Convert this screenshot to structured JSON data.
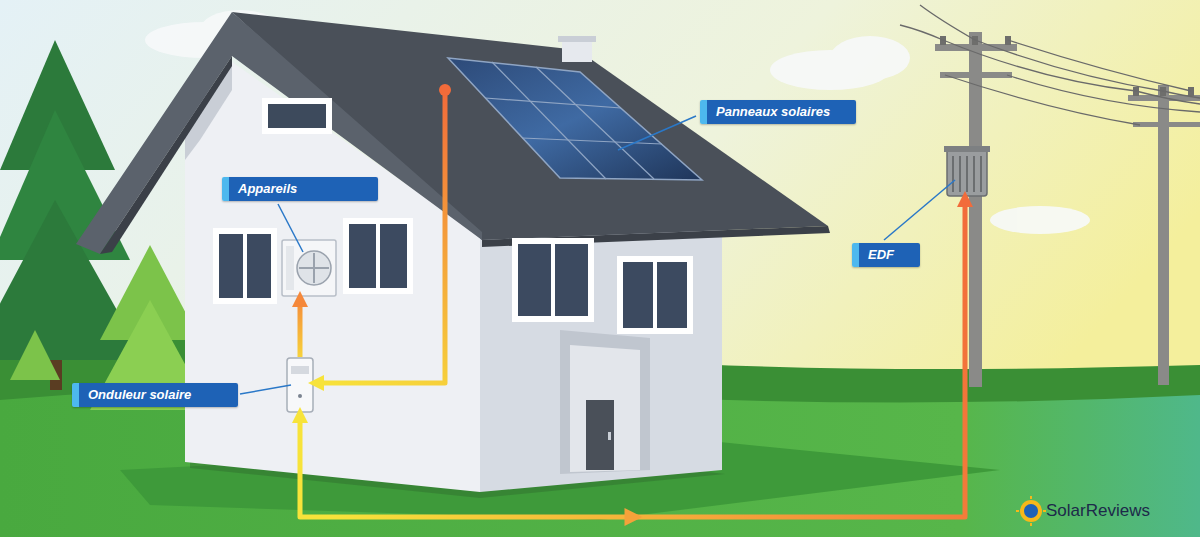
{
  "diagram": {
    "nodes": [
      {
        "text": [
          "Panneaux solaires"
        ]
      },
      {
        "text": [
          "Appareils"
        ]
      },
      {
        "text": [
          "Onduleur solaire"
        ]
      },
      {
        "text": [
          "EDF"
        ]
      }
    ],
    "edges": [
      {
        "from": 0,
        "to": 2,
        "arrow": "to"
      },
      {
        "from": 2,
        "to": 1,
        "arrow": "to"
      },
      {
        "from": 2,
        "to": 3,
        "arrow": "both"
      }
    ],
    "labels": [
      "SolarReviews"
    ]
  }
}
